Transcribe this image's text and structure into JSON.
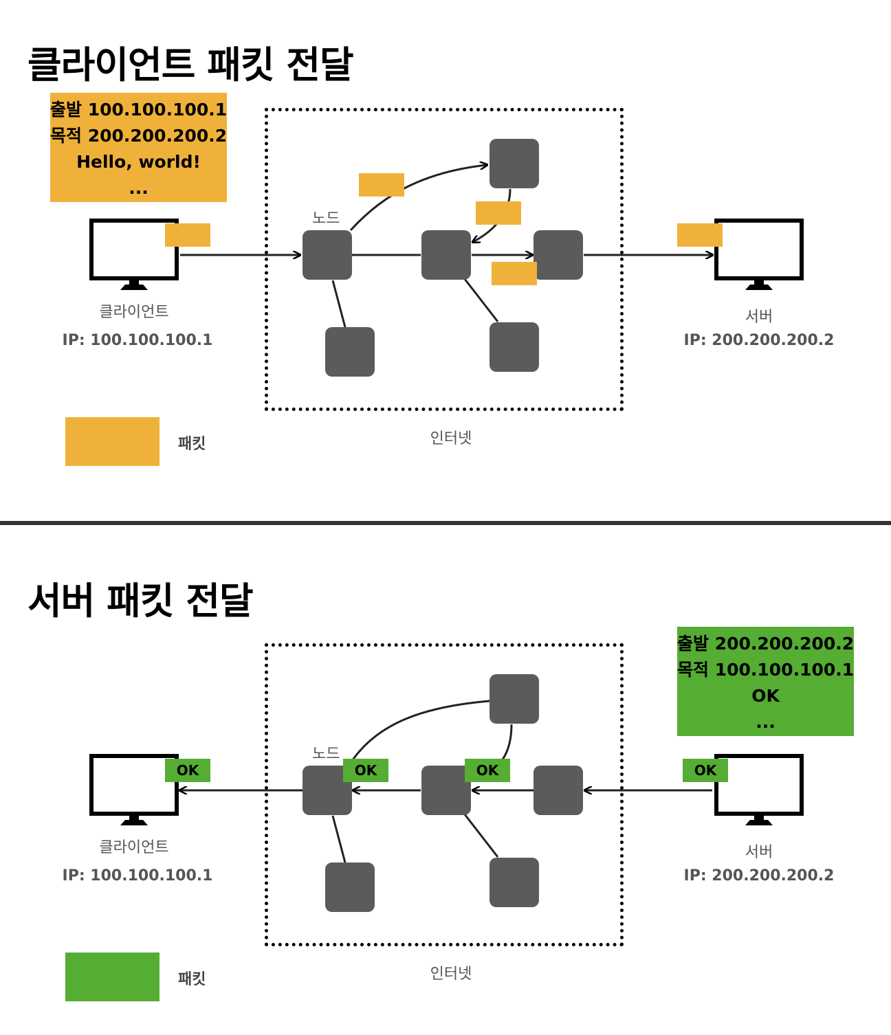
{
  "colors": {
    "client_packet": "#f0b13a",
    "server_packet": "#55ad33",
    "node": "#5b5b5b",
    "divider": "#333333"
  },
  "icons": {
    "computer": "monitor-icon",
    "node": "rounded-square"
  },
  "client_section": {
    "title": "클라이언트 패킷 전달",
    "packet_info": {
      "line1": "출발 100.100.100.1",
      "line2": "목적 200.200.200.2",
      "line3": "Hello, world!",
      "line4": "..."
    },
    "client_label": "클라이언트",
    "client_ip": "IP: 100.100.100.1",
    "server_label": "서버",
    "server_ip": "IP: 200.200.200.2",
    "node_label": "노드",
    "internet_label": "인터넷",
    "legend_label": "패킷"
  },
  "server_section": {
    "title": "서버 패킷 전달",
    "packet_info": {
      "line1": "출발 200.200.200.2",
      "line2": "목적 100.100.100.1",
      "line3": "OK",
      "line4": "..."
    },
    "packet_text": "OK",
    "client_label": "클라이언트",
    "client_ip": "IP: 100.100.100.1",
    "server_label": "서버",
    "server_ip": "IP: 200.200.200.2",
    "node_label": "노드",
    "internet_label": "인터넷",
    "legend_label": "패킷"
  }
}
